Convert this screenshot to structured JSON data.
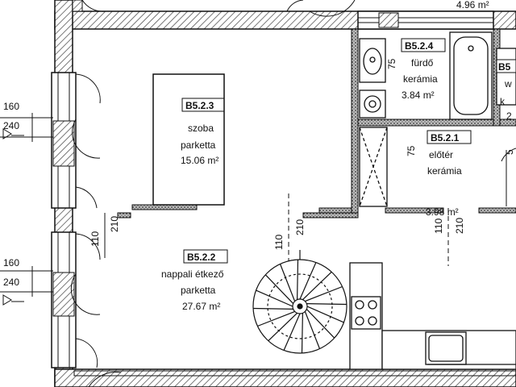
{
  "rooms": {
    "szoba": {
      "code": "B5.2.3",
      "name": "szoba",
      "floor": "parketta",
      "area": "15.06 m²"
    },
    "nappali": {
      "code": "B5.2.2",
      "name": "nappali étkező",
      "floor": "parketta",
      "area": "27.67 m²"
    },
    "furdo": {
      "code": "B5.2.4",
      "name": "fürdő",
      "floor": "kerámia",
      "area": "3.84 m²"
    },
    "eloter": {
      "code": "B5.2.1",
      "name": "előtér",
      "floor": "kerámia",
      "area": "3.98 m²"
    },
    "top_area": "4.96 m²",
    "cut_code": "B5",
    "cut_letter_w": "w",
    "cut_letter_k": "k",
    "cut_num": "2",
    "cut_digit5": "5"
  },
  "dimensions": {
    "left_160_a": "160",
    "left_240_a": "240",
    "left_160_b": "160",
    "left_240_b": "240",
    "door_110": "110",
    "door_210": "210",
    "mid_110": "110",
    "mid_210": "210",
    "right_110": "110",
    "right_210": "210",
    "eloter_75": "75",
    "furdo_75": "75"
  },
  "colors": {
    "ink": "#111111",
    "hatch": "#6b6b6b",
    "background": "#ffffff"
  }
}
